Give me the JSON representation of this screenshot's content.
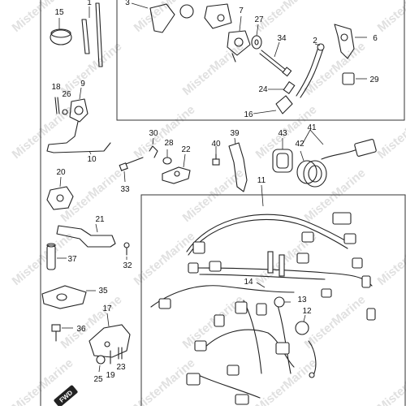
{
  "diagram": {
    "watermark_text": "MisterMarine",
    "direction_badge": "FWD",
    "callouts": [
      "1",
      "2",
      "3",
      "6",
      "7",
      "9",
      "10",
      "11",
      "12",
      "13",
      "14",
      "15",
      "16",
      "17",
      "18",
      "19",
      "20",
      "21",
      "22",
      "23",
      "24",
      "25",
      "26",
      "27",
      "28",
      "29",
      "30",
      "32",
      "33",
      "34",
      "35",
      "36",
      "37",
      "39",
      "40",
      "41",
      "42",
      "43"
    ]
  }
}
